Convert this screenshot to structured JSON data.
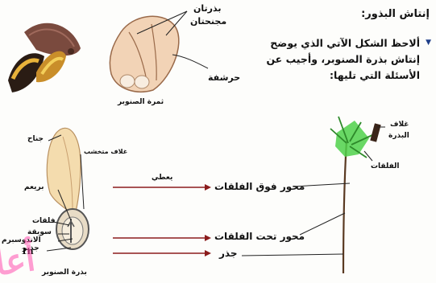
{
  "section": {
    "heading": "إنتاش البذور:"
  },
  "question": {
    "text": "ألاحظ الشكل الآتي الذي يوضح إنتاش بذرة الصنوبر، وأجيب عن الأسئلة التي تليها:"
  },
  "fruit_figure": {
    "label_seeds": "بذرتان",
    "label_seeds_2": "مجنحتان",
    "label_scale": "حرشفة",
    "caption": "ثمرة الصنوبر"
  },
  "seed_figure": {
    "label_wing": "جناح",
    "label_coat": "غلاف متخشب",
    "label_plumule": "بريعم",
    "label_cotyledons": "فلقات",
    "label_hypocotyl": "سويقة",
    "label_endosperm": "الاندوسبرم",
    "label_ploidy": "1n",
    "label_radicle": "جذير",
    "caption": "بذرة الصنوبر"
  },
  "arrows": {
    "gives": "يعطي",
    "epicotyl": "محور فوق الفلقات",
    "hypocotyl_axis": "محور تحت الفلقات",
    "root": "جذر"
  },
  "seedling_figure": {
    "label_seed_coat_1": "غلاف",
    "label_seed_coat_2": "البذرة",
    "label_cotyledons": "الفلقات"
  },
  "watermark": "أعا",
  "colors": {
    "arrow": "#8b1c1c",
    "bullet": "#1f3f8a",
    "wing": "#f4dcae",
    "seed_body": "#d8c8a8",
    "leaf": "#4fd14a",
    "stem": "#5a3a22",
    "watermark": "#ff4fb0"
  }
}
